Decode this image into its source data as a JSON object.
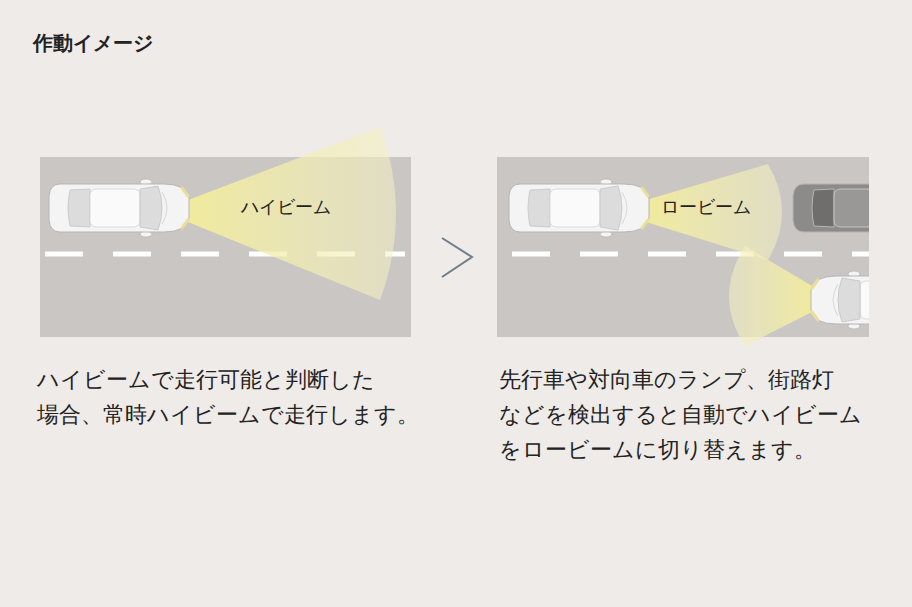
{
  "diagram": {
    "title": "作動イメージ",
    "nodes": [
      {
        "text": [
          "ハイビーム",
          "ハイビームで走行可能と判断した 場合、常時ハイビームで走行します。"
        ]
      },
      {
        "text": [
          "ロービーム",
          "先行車や対向車のランプ、街路灯 などを検出すると自動でハイビーム をロービームに切り替えます。"
        ]
      }
    ]
  }
}
